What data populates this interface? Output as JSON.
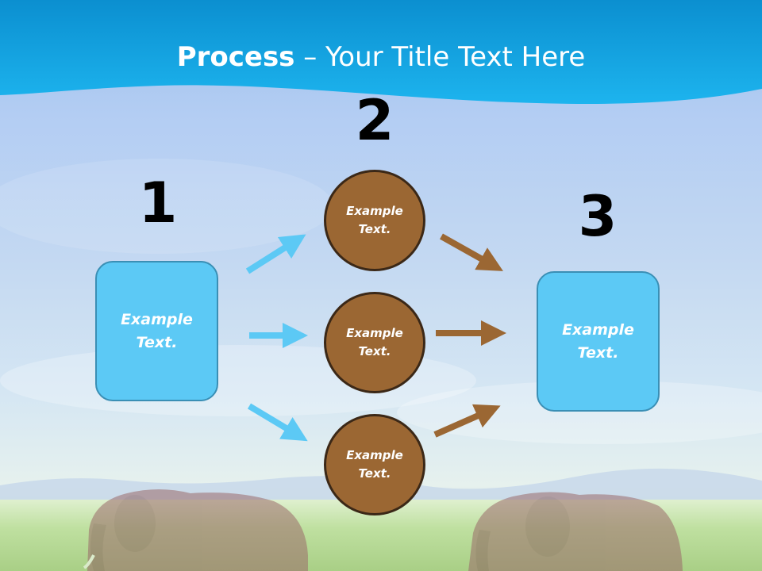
{
  "title": {
    "bold": "Process",
    "rest": " – Your Title Text Here"
  },
  "steps": [
    {
      "number": "1"
    },
    {
      "number": "2"
    },
    {
      "number": "3"
    }
  ],
  "boxes": {
    "left": "Example Text.",
    "right": "Example Text."
  },
  "circles": [
    {
      "text": "Example Text."
    },
    {
      "text": "Example Text."
    },
    {
      "text": "Example Text."
    }
  ],
  "colors": {
    "banner": "#1aa6df",
    "box_fill": "#5cc9f5",
    "box_border": "#3a8fb5",
    "circle_fill": "#9b6733",
    "circle_border": "#3b2817",
    "blue_arrow": "#5cc9f5",
    "brown_arrow": "#9b6733"
  },
  "icons": {
    "background": "elephant-savanna-photo",
    "arrows": "arrow-icon"
  }
}
